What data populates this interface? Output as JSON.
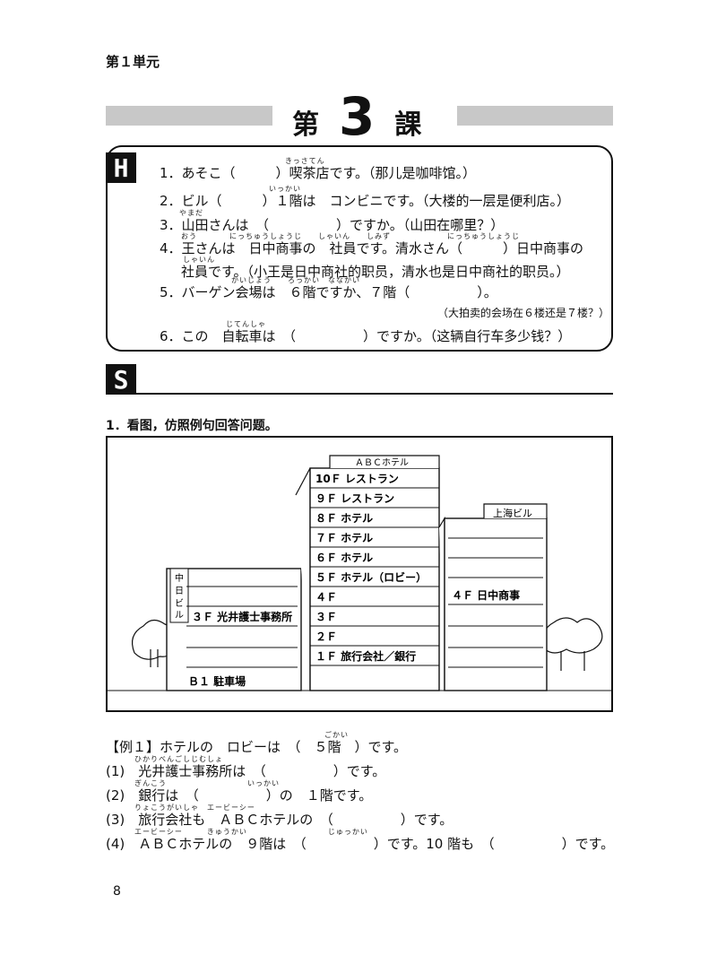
{
  "header": {
    "unit": "第１単元",
    "lesson_prefix": "第",
    "lesson_number": "3",
    "lesson_suffix": "課"
  },
  "section_h": {
    "badge": "H",
    "lines": [
      {
        "text": "1．あそこ（　　　）喫茶店です。（那儿是咖啡馆。）",
        "ruby": "きっさてん"
      },
      {
        "text": "2．ビル（　　　）１階は　コンビニです。（大楼的一层是便利店。）",
        "ruby": "いっかい"
      },
      {
        "text": "3．山田さんは　（　　　　　）ですか。（山田在哪里？）",
        "ruby": "やまだ"
      },
      {
        "text": "4．王さんは　日中商事の　社員です。清水さん（　　　）日中商事の",
        "ruby": "おう　　　　にっちゅうしょうじ　　しゃいん　　しみず　　　　　　　にっちゅうしょうじ"
      },
      {
        "text": "社員です。（小王是日中商社的职员，清水也是日中商社的职员。）",
        "ruby": "しゃいん"
      },
      {
        "text": "5．バーゲン会場は　６階ですか、７階（　　　　　）。",
        "ruby": "かいじょう　　ろっかい　ななかい"
      },
      {
        "text": "（大拍卖的会场在６楼还是７楼？）",
        "ruby": ""
      },
      {
        "text": "6．この　自転車は　（　　　　　）ですか。（这辆自行车多少钱？）",
        "ruby": "じてんしゃ"
      }
    ]
  },
  "section_s": {
    "badge": "S",
    "exercise_title": "1．看图，仿照例句回答问题。",
    "picture": {
      "abc": {
        "name": "ＡＢＣホテル",
        "floors": [
          "10Ｆ レストラン",
          "９Ｆ レストラン",
          "８Ｆ ホテル",
          "７Ｆ ホテル",
          "６Ｆ ホテル",
          "５Ｆ ホテル（ロビー）",
          "４Ｆ",
          "３Ｆ",
          "２Ｆ",
          "１Ｆ 旅行会社／銀行"
        ]
      },
      "nicchu": {
        "name": "中日ビル",
        "floors": [
          "３Ｆ 光井護士事務所",
          "Ｂ１ 駐車場"
        ]
      },
      "shanghai": {
        "name": "上海ビル",
        "floors": [
          "４Ｆ 日中商事"
        ]
      }
    },
    "questions": [
      {
        "text": "【例１】ホテルの　ロビーは　（　５階　）です。",
        "ruby": "ごかい"
      },
      {
        "text": "(1)　光井護士事務所は　（　　　　　）です。",
        "ruby": "ひかりべんごしじむしょ"
      },
      {
        "text": "(2)　銀行は　（　　　　　）の　１階です。",
        "ruby": "ぎんこう　　　　　　　　　　いっかい"
      },
      {
        "text": "(3)　旅行会社も　ＡＢＣホテルの　（　　　　　）です。",
        "ruby": "りょこうがいしゃ　エービーシー"
      },
      {
        "text": "(4)　ＡＢＣホテルの　９階は　（　　　　　）です。10 階も　（　　　　　）です。",
        "ruby": "エービーシー　　　きゅうかい　　　　　　　　　　じゅっかい"
      }
    ]
  },
  "page_number": "8"
}
